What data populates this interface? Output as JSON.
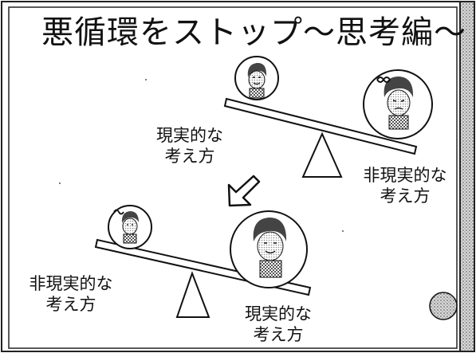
{
  "title": "悪循環をストップ〜思考編〜",
  "top_scene": {
    "heavy_side_label": [
      "非現実的な",
      "考え方"
    ],
    "light_side_label": [
      "現実的な",
      "考え方"
    ]
  },
  "bottom_scene": {
    "heavy_side_label": [
      "現実的な",
      "考え方"
    ],
    "light_side_label": [
      "非現実的な",
      "考え方"
    ]
  },
  "colors": {
    "ink": "#111111",
    "face_shade": "#c8c8c8",
    "hair": "#444444",
    "border_texture": "#777777"
  }
}
